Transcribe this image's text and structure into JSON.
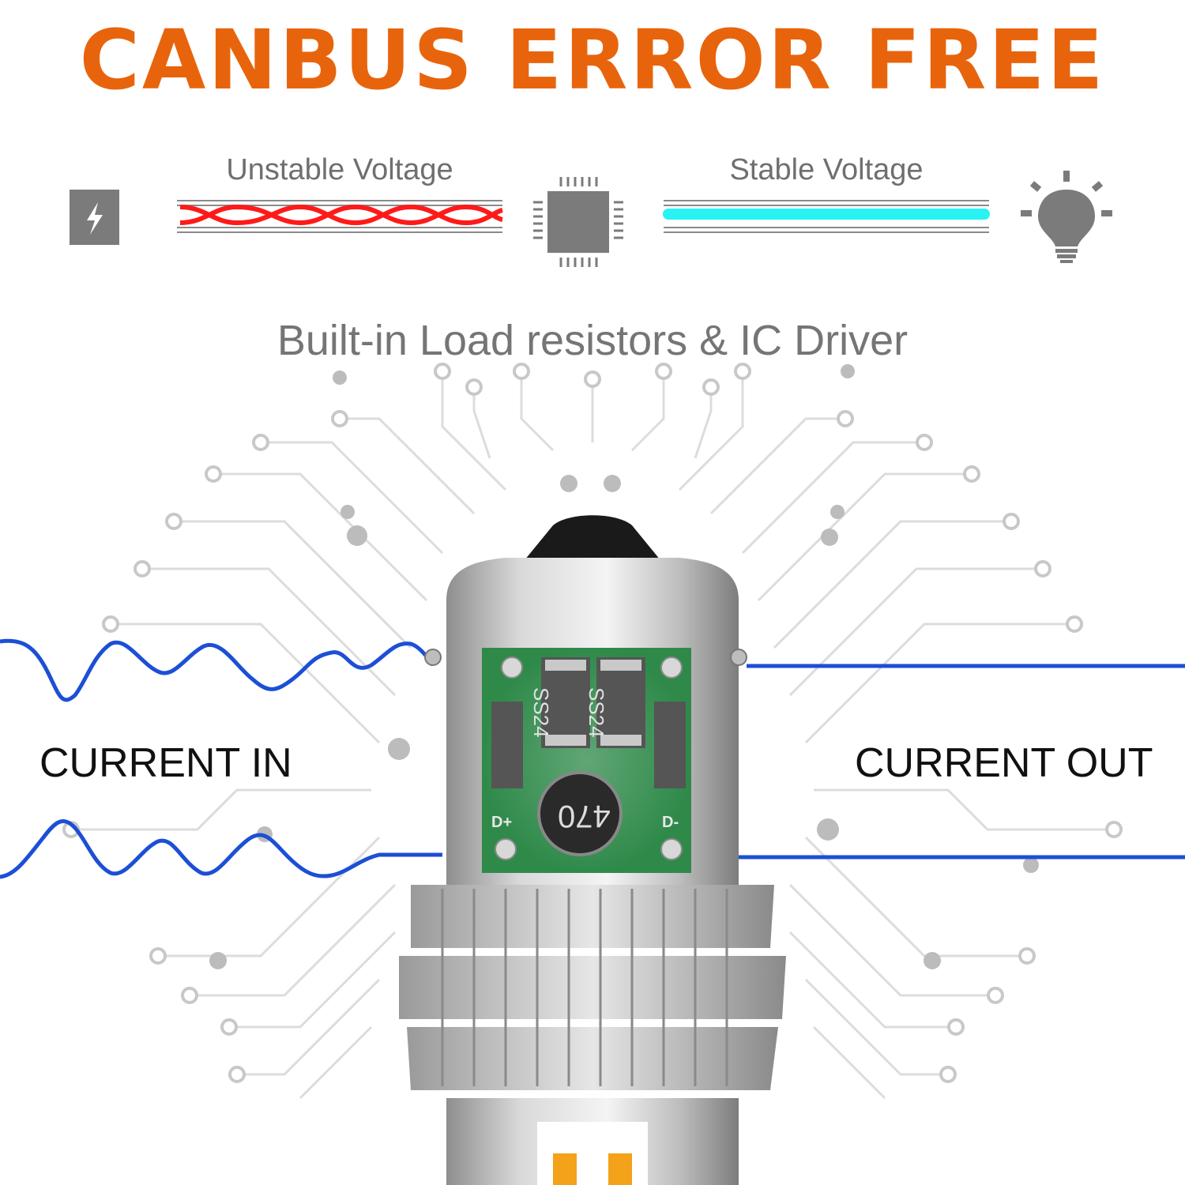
{
  "headline": "CANBUS ERROR FREE",
  "unstable_label": "Unstable Voltage",
  "stable_label": "Stable Voltage",
  "subtitle": "Built-in Load resistors & IC Driver",
  "current_in": "CURRENT IN",
  "current_out": "CURRENT OUT",
  "component_labels": {
    "diode_marking": "SS24",
    "inductor_marking": "470",
    "pad_plus": "D+",
    "pad_minus": "D-"
  },
  "colors": {
    "headline": "#e8640c",
    "unstable_wave": "#ff1a1a",
    "stable_line": "#29f2f2",
    "current_lines": "#1c4fd6",
    "pcb_green": "#2f8a4a",
    "icon_gray": "#7b7b7b"
  },
  "icons": [
    "lightning-icon",
    "chip-icon",
    "light-bulb-icon"
  ]
}
